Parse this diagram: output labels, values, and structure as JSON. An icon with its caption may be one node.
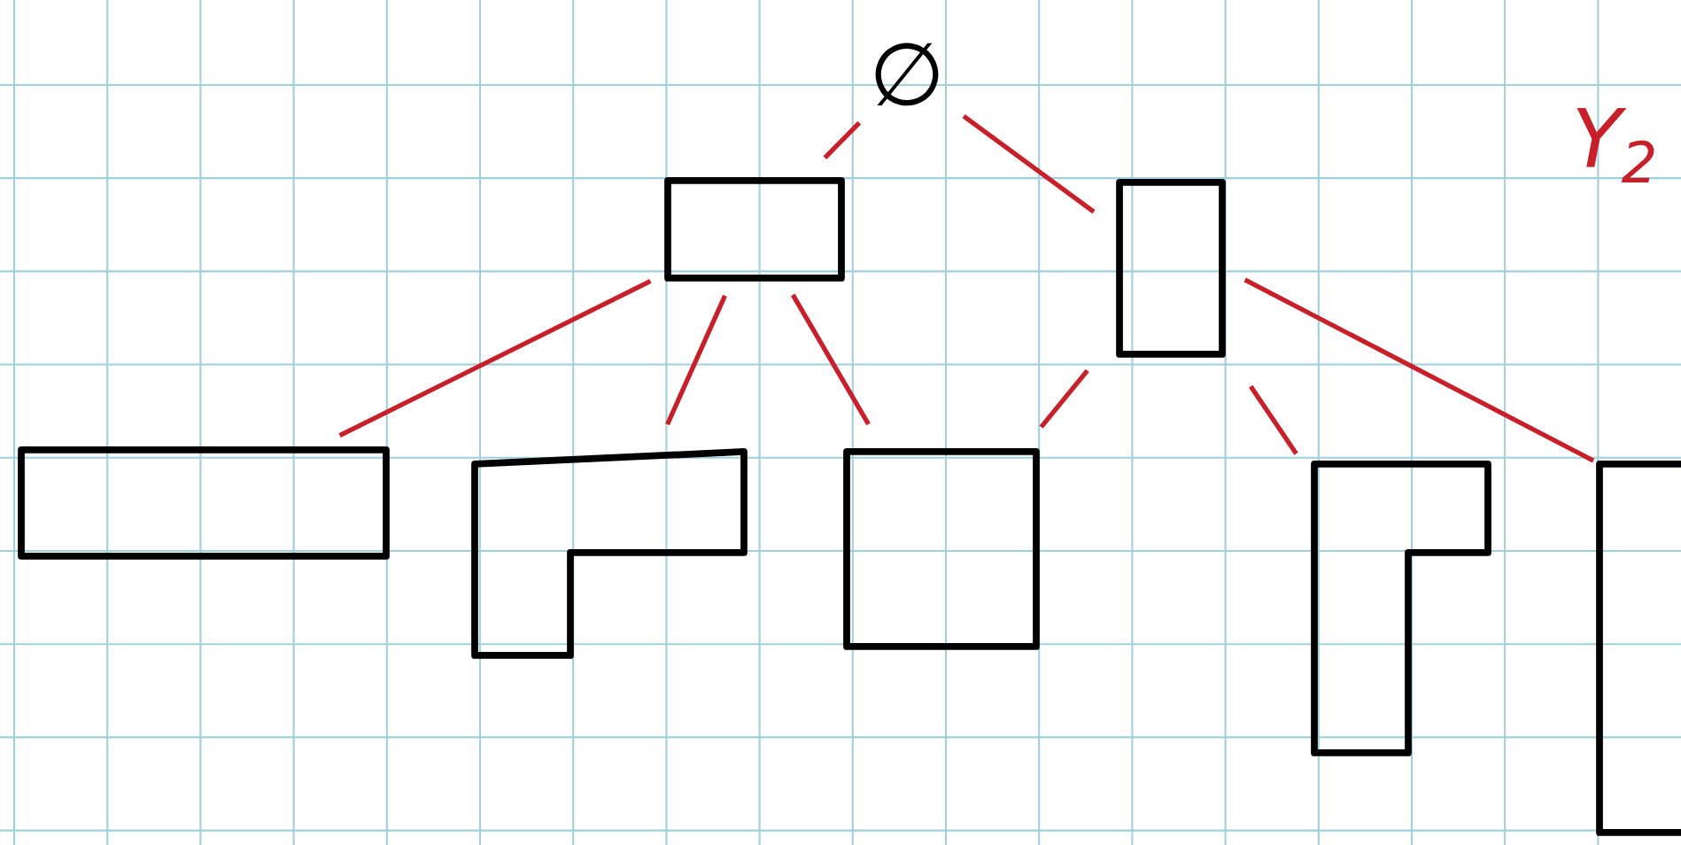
{
  "diagram": {
    "nodes": [
      {
        "text": [
          "∅"
        ]
      },
      {
        "text": [],
        "shape": "box"
      },
      {
        "text": [],
        "shape": "box"
      },
      {
        "text": [],
        "shape": "box"
      },
      {
        "text": [],
        "shape": "box"
      },
      {
        "text": [],
        "shape": "box"
      },
      {
        "text": [],
        "shape": "box"
      },
      {
        "text": [],
        "shape": "box"
      }
    ],
    "edges": [
      {
        "from": 0,
        "to": 1,
        "arrow": "none"
      },
      {
        "from": 0,
        "to": 2,
        "arrow": "none"
      },
      {
        "from": 1,
        "to": 3,
        "arrow": "none"
      },
      {
        "from": 1,
        "to": 4,
        "arrow": "none"
      },
      {
        "from": 1,
        "to": 5,
        "arrow": "none"
      },
      {
        "from": 2,
        "to": 5,
        "arrow": "none"
      },
      {
        "from": 2,
        "to": 6,
        "arrow": "none"
      },
      {
        "from": 2,
        "to": 7,
        "arrow": "none"
      }
    ],
    "labels": [
      "Y$_{2}$"
    ]
  }
}
